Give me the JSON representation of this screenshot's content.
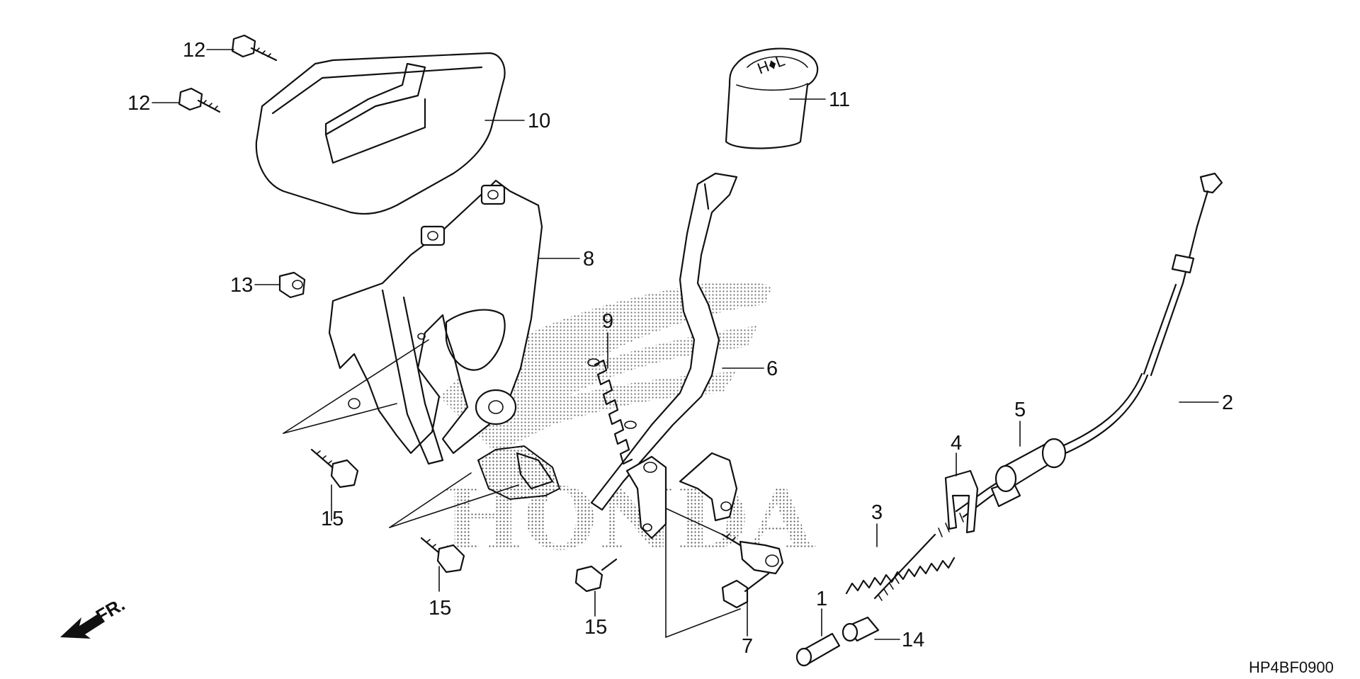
{
  "diagram": {
    "watermark_text": "HONDA",
    "direction_label": "FR.",
    "code": "HP4BF0900",
    "part_labels": [
      "1",
      "2",
      "3",
      "4",
      "5",
      "6",
      "7",
      "8",
      "9",
      "10",
      "11",
      "12",
      "13",
      "14",
      "15"
    ],
    "duplicate_labels": [
      "12",
      "15",
      "15"
    ]
  }
}
